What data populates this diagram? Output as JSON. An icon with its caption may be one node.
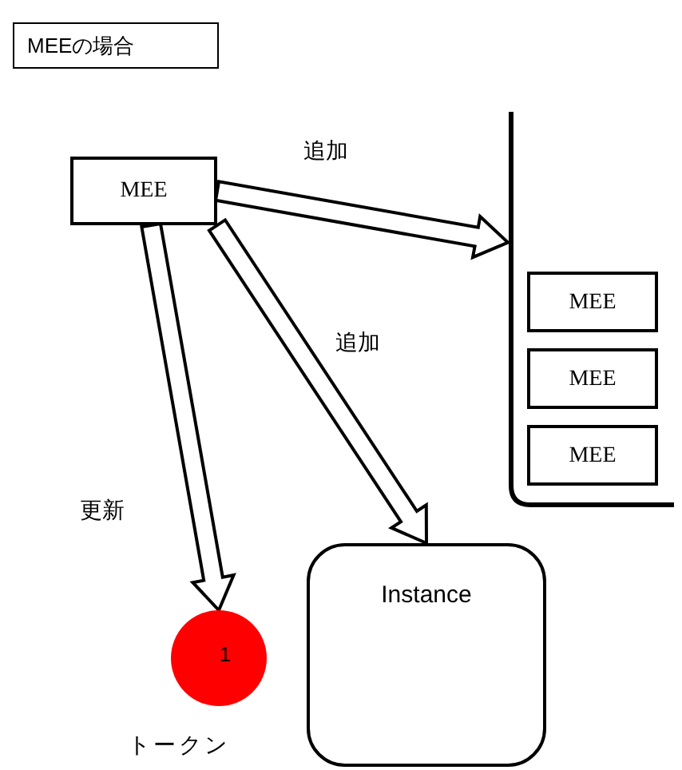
{
  "diagram": {
    "title": "MEEの場合",
    "nodes": [
      {
        "text": [
          "MEE"
        ]
      },
      {
        "text": [],
        "shape": "box"
      },
      {
        "text": [
          "MEE"
        ],
        "in": 1
      },
      {
        "text": [
          "MEE"
        ],
        "in": 1
      },
      {
        "text": [
          "MEE"
        ],
        "in": 1
      },
      {
        "text": [
          "1"
        ],
        "beside": [
          "トークン"
        ]
      },
      {
        "text": [
          "Instance"
        ]
      }
    ],
    "edges": [
      {
        "from": 0,
        "to": 1,
        "arrow": "to",
        "label": "追加",
        "style": "thick"
      },
      {
        "from": 0,
        "to": 6,
        "arrow": "to",
        "label": "追加",
        "style": "thick"
      },
      {
        "from": 0,
        "to": 5,
        "arrow": "to",
        "label": "更新",
        "style": "thick"
      }
    ]
  }
}
